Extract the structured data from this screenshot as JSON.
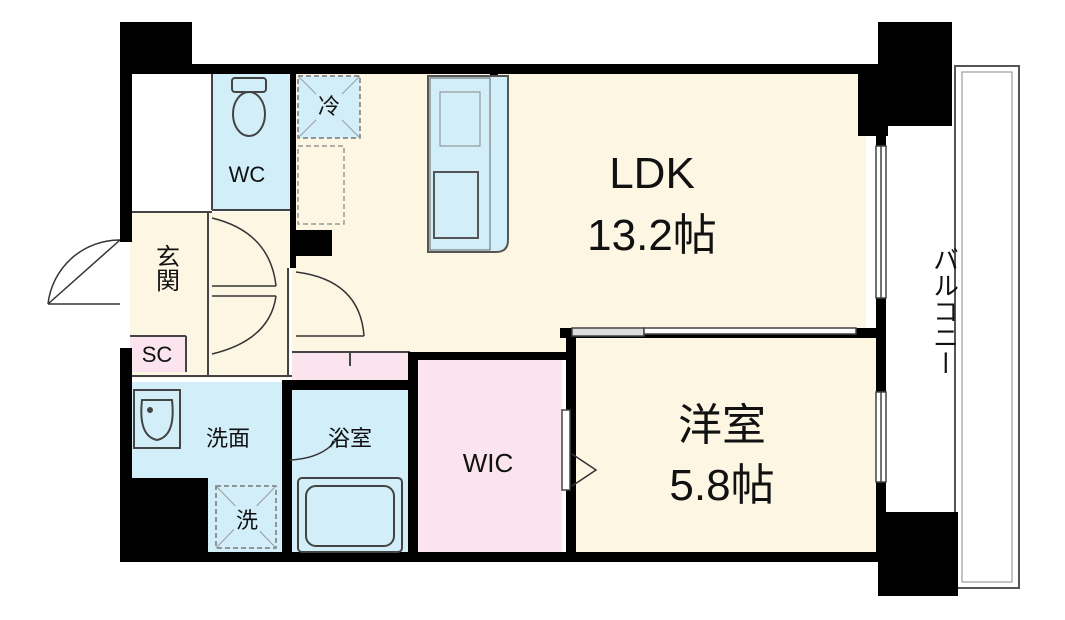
{
  "rooms": {
    "ldk_name": "LDK",
    "ldk_size": "13.2帖",
    "western_name": "洋室",
    "western_size": "5.8帖",
    "wic": "WIC",
    "toilet": "WC",
    "entrance": "玄関",
    "shoe_closet": "SC",
    "washroom": "洗面",
    "bathroom": "浴室",
    "balcony": "バルコニー"
  },
  "fixtures": {
    "refrigerator": "冷",
    "washer": "洗"
  },
  "colors": {
    "ldk": "#fdf6e3",
    "western": "#fdf6e3",
    "wet_area": "#d2eef9",
    "wic": "#fbe4ee",
    "shoe_closet": "#fbe4ee",
    "wall": "#000000"
  }
}
